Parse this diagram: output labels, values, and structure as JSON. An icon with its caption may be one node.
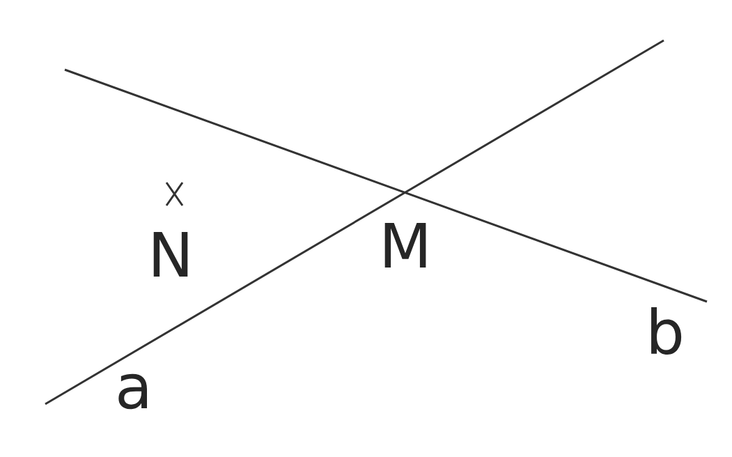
{
  "diagram": {
    "labels": [
      "N",
      "M",
      "b",
      "a"
    ]
  }
}
